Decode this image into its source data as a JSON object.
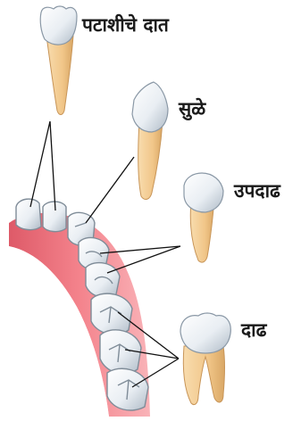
{
  "labels": {
    "incisor": "पटाशीचे दात",
    "canine": "सुळे",
    "premolar": "उपदाढ",
    "molar": "दाढ"
  },
  "colors": {
    "gum": "#f4838c",
    "gum_dark": "#de5a68",
    "enamel": "#f2f5f8",
    "enamel_shade": "#b9c4ce",
    "root": "#f3cf97",
    "root_shade": "#d9a765",
    "leader_line": "#111111"
  }
}
